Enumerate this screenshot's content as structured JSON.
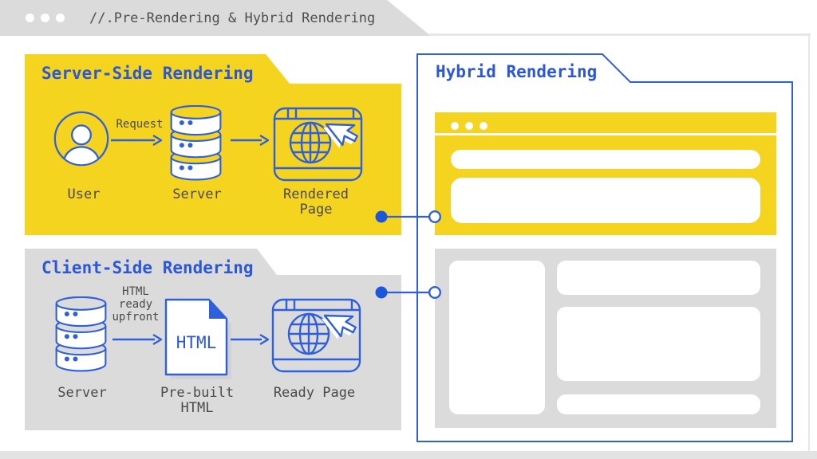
{
  "window": {
    "title": "//.Pre-Rendering & Hybrid Rendering"
  },
  "colors": {
    "yellow": "#F4D41F",
    "blue": "#2B57D8",
    "stroke_blue": "#2F5FDC",
    "panel_gray": "#DBDBDB",
    "label_gray": "#4A4A4A",
    "white": "#FFFFFF"
  },
  "ssr": {
    "title": "Server-Side Rendering",
    "request_label": "Request",
    "labels": {
      "user": "User",
      "server": "Server",
      "output": "Rendered Page"
    }
  },
  "csr": {
    "title": "Client-Side Rendering",
    "flow_label": "HTML ready upfront",
    "doc_text": "HTML",
    "labels": {
      "server": "Server",
      "document": "Pre-built HTML",
      "output": "Ready Page"
    }
  },
  "hybrid": {
    "title": "Hybrid Rendering"
  }
}
